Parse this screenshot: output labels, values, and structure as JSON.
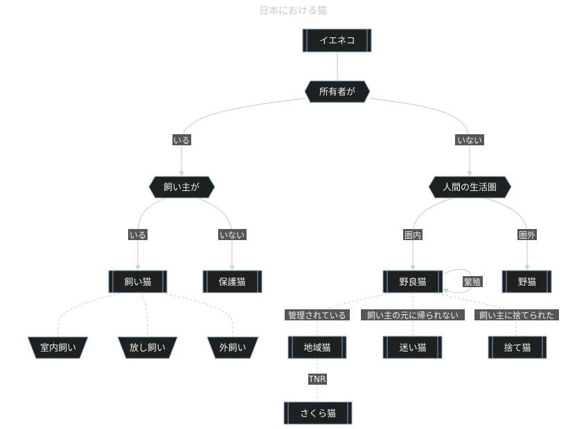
{
  "title": "日本における猫",
  "nodes": {
    "ieneko": "イエネコ",
    "owner": "所有者が",
    "keeper": "飼い主が",
    "sphere": "人間の生活圏",
    "kaineko": "飼い猫",
    "hogo": "保護猫",
    "nora": "野良猫",
    "yaneko": "野猫",
    "shitsunai": "室内飼い",
    "hanashi": "放し飼い",
    "sotogai": "外飼い",
    "chiiki": "地域猫",
    "maigo": "迷い猫",
    "sute": "捨て猫",
    "sakura": "さくら猫"
  },
  "edge_labels": {
    "owner_yes": "いる",
    "owner_no": "いない",
    "keeper_yes": "いる",
    "keeper_no": "いない",
    "inside": "圏内",
    "outside": "圏外",
    "breed": "繁殖",
    "managed": "管理されている",
    "lost": "飼い主の元に帰られない",
    "abandoned": "飼い主に捨てられた",
    "tnr": "TNR"
  },
  "colors": {
    "node_fill": "#1f2020",
    "node_stroke": "#7fa8c9",
    "edge_solid": "#cfcfcf",
    "edge_dotted": "#cfcfcf",
    "edge_label_bg": "#565656"
  }
}
